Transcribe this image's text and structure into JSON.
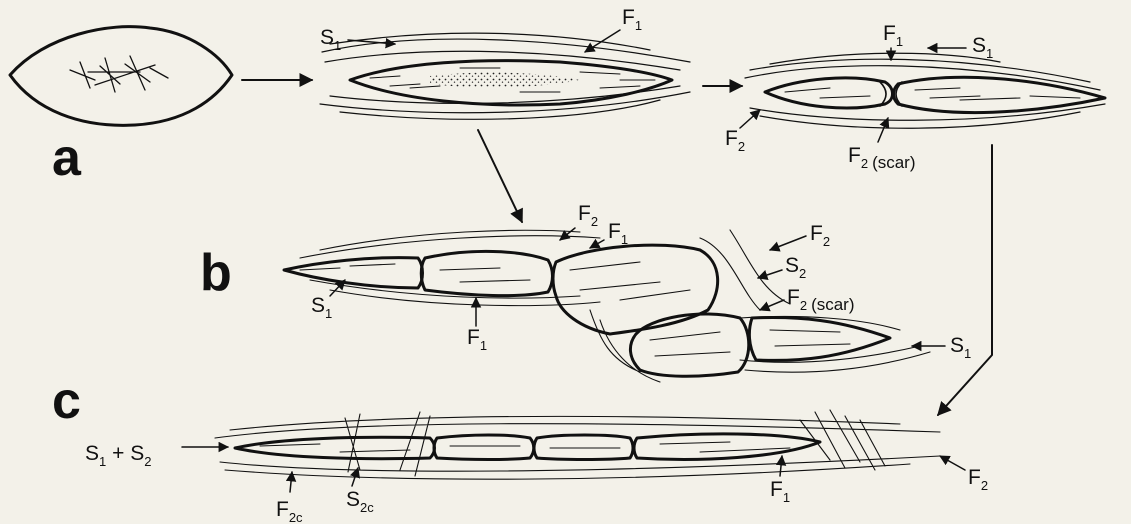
{
  "panels": {
    "a": "a",
    "b": "b",
    "c": "c"
  },
  "labels": {
    "a_s1": "S",
    "a_s1_sub": "1",
    "a_f1": "F",
    "a_f1_sub": "1",
    "a2_f1": "F",
    "a2_f1_sub": "1",
    "a2_s1": "S",
    "a2_s1_sub": "1",
    "a2_f2": "F",
    "a2_f2_sub": "2",
    "a2_f2scar": "F",
    "a2_f2scar_sub": "2",
    "a2_f2scar_suffix": "(scar)",
    "b_f2_top": "F",
    "b_f2_top_sub": "2",
    "b_f1_top": "F",
    "b_f1_top_sub": "1",
    "b_f2_right": "F",
    "b_f2_right_sub": "2",
    "b_s2": "S",
    "b_s2_sub": "2",
    "b_f2scar": "F",
    "b_f2scar_sub": "2",
    "b_f2scar_suffix": "(scar)",
    "b_s1_left": "S",
    "b_s1_left_sub": "1",
    "b_f1_bottom": "F",
    "b_f1_bottom_sub": "1",
    "b_s1_right": "S",
    "b_s1_right_sub": "1",
    "c_s1s2_a": "S",
    "c_s1s2_a_sub": "1",
    "c_s1s2_plus": " + ",
    "c_s1s2_b": "S",
    "c_s1s2_b_sub": "2",
    "c_f2c": "F",
    "c_f2c_sub": "2c",
    "c_s2c": "S",
    "c_s2c_sub": "2c",
    "c_f1": "F",
    "c_f1_sub": "1",
    "c_f2": "F",
    "c_f2_sub": "2"
  }
}
